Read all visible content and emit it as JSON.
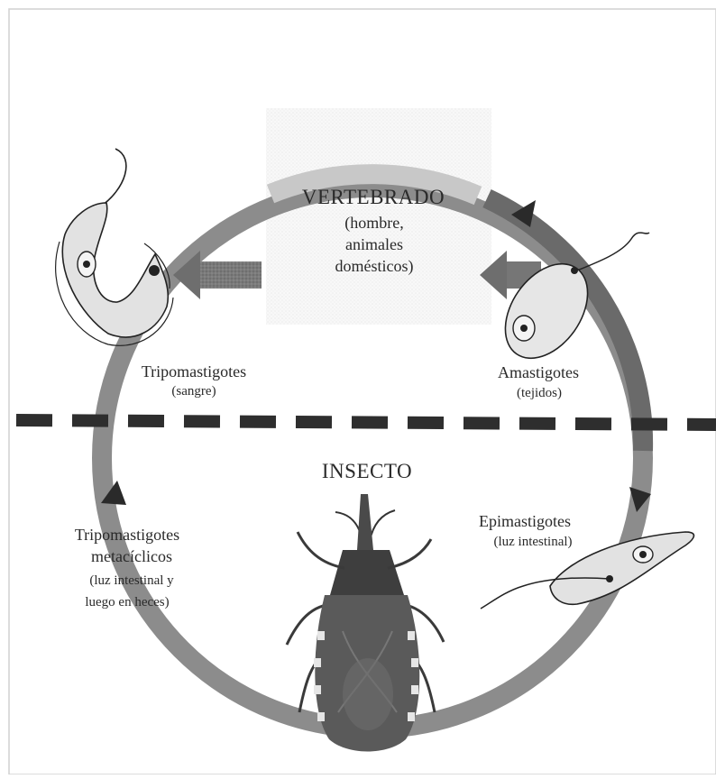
{
  "diagram": {
    "host_title": "VERTEBRADO",
    "host_line1": "(hombre,",
    "host_line2": "animales",
    "host_line3": "domésticos)",
    "insect_title": "INSECTO",
    "stages": {
      "tripo": {
        "name": "Tripomastigotes",
        "site": "(sangre)"
      },
      "amasti": {
        "name": "Amastigotes",
        "site": "(tejidos)"
      },
      "epimasti": {
        "name": "Epimastigotes",
        "site": "(luz intestinal)"
      },
      "metacic": {
        "name_line1": "Tripomastigotes",
        "name_line2": "metacíclicos",
        "site_line1": "(luz intestinal y",
        "site_line2": "luego en heces)"
      }
    }
  }
}
